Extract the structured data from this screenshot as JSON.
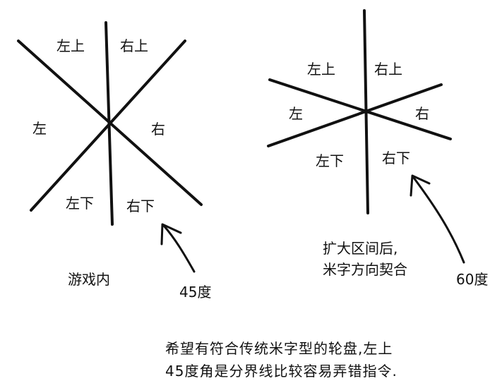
{
  "left_wheel": {
    "labels": {
      "top_left": "左上",
      "top_right": "右上",
      "left": "左",
      "right": "右",
      "bottom_left": "左下",
      "bottom_right": "右下"
    },
    "caption": "游戏内",
    "angle_label": "45度"
  },
  "right_wheel": {
    "labels": {
      "top_left": "左上",
      "top_right": "右上",
      "left": "左",
      "right": "右",
      "bottom_left": "左下",
      "bottom_right": "右下"
    },
    "caption_line1": "扩大区间后,",
    "caption_line2": "米字方向契合",
    "angle_label": "60度"
  },
  "bottom_note": {
    "line1": "希望有符合传统米字型的轮盘,左上",
    "line2": "45度角是分界线比较容易弄错指令."
  },
  "colors": {
    "ink": "#111111",
    "background": "#ffffff"
  }
}
